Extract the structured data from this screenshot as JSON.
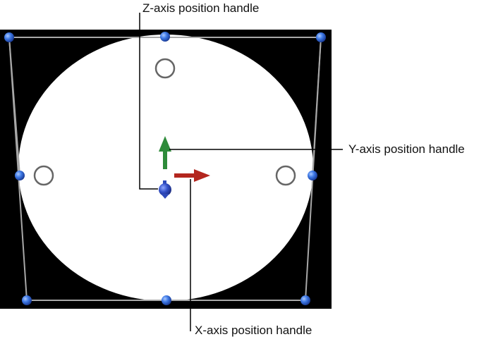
{
  "callouts": {
    "z_axis": "Z-axis position handle",
    "y_axis": "Y-axis position handle",
    "x_axis": "X-axis position handle"
  },
  "icons": {
    "z_handle": "blue-dot-handle-icon",
    "y_handle": "green-up-arrow-icon",
    "x_handle": "red-right-arrow-icon",
    "corner_handles": "blue-sphere-control-point-icon",
    "circle_handles": "hollow-circle-handle-icon"
  },
  "colors": {
    "canvas": "#000000",
    "shape": "#ffffff",
    "outline": "#a8a8a8",
    "control_point": "#2b63d6",
    "x_arrow": "#b3261e",
    "y_arrow": "#2e8b3a",
    "z_handle": "#2d49b8",
    "leader": "#000000"
  }
}
